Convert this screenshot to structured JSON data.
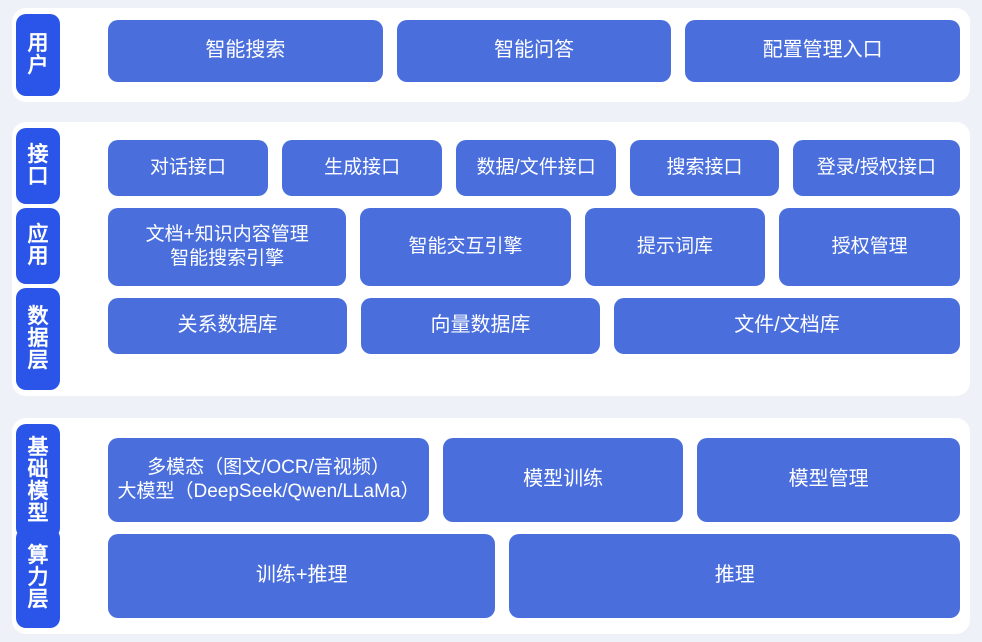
{
  "theme": {
    "page_bg": "#eef1f8",
    "panel_bg": "#ffffff",
    "tab_blue": "#2b55e8",
    "box_blue": "#4a6fdd",
    "box_text": "#ffffff"
  },
  "sections": [
    {
      "id": "user",
      "tabs": [
        {
          "id": "user",
          "label": "用户"
        }
      ],
      "rows": [
        [
          {
            "label": "智能搜索",
            "flex": 1
          },
          {
            "label": "智能问答",
            "flex": 1
          },
          {
            "label": "配置管理入口",
            "flex": 1
          }
        ]
      ]
    },
    {
      "id": "mid",
      "tabs": [
        {
          "id": "interface",
          "label": "接口"
        },
        {
          "id": "application",
          "label": "应用"
        },
        {
          "id": "data",
          "label": "数据层"
        }
      ],
      "rows": [
        [
          {
            "label": "对话接口",
            "flex": 1
          },
          {
            "label": "生成接口",
            "flex": 1
          },
          {
            "label": "数据/文件接口",
            "flex": 1
          },
          {
            "label": "搜索接口",
            "flex": 0.92
          },
          {
            "label": "登录/授权接口",
            "flex": 1.05
          }
        ],
        [
          {
            "label": "文档+知识内容管理\n智能搜索引擎",
            "flex": 1.35
          },
          {
            "label": "智能交互引擎",
            "flex": 1.18
          },
          {
            "label": "提示词库",
            "flex": 1
          },
          {
            "label": "授权管理",
            "flex": 1
          }
        ],
        [
          {
            "label": "关系数据库",
            "flex": 1
          },
          {
            "label": "向量数据库",
            "flex": 1
          },
          {
            "label": "文件/文档库",
            "flex": 1.48
          }
        ]
      ]
    },
    {
      "id": "base",
      "tabs": [
        {
          "id": "foundation-model",
          "label": "基础模型"
        },
        {
          "id": "compute",
          "label": "算力层"
        }
      ],
      "rows": [
        [
          {
            "label": "多模态（图文/OCR/音视频）\n大模型（DeepSeek/Qwen/LLaMa）",
            "flex": 1.36
          },
          {
            "label": "模型训练",
            "flex": 1
          },
          {
            "label": "模型管理",
            "flex": 1.1
          }
        ],
        [
          {
            "label": "训练+推理",
            "flex": 1
          },
          {
            "label": "推理",
            "flex": 1.17
          }
        ]
      ]
    }
  ]
}
